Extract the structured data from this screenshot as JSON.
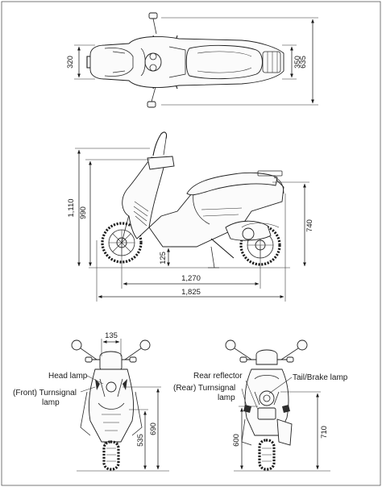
{
  "top_view": {
    "width_front": "320",
    "width_rear": "350",
    "width_overall": "635"
  },
  "side_view": {
    "height_overall": "1,110",
    "height_handlebar": "990",
    "height_seat": "740",
    "ground_clearance": "125",
    "wheelbase": "1,270",
    "length_overall": "1,825"
  },
  "front_view": {
    "dim_width": "135",
    "dim_height_1": "535",
    "dim_height_2": "690",
    "label_head_lamp": "Head lamp",
    "label_front_turnsignal": "(Front) Turnsignal\nlamp"
  },
  "rear_view": {
    "dim_height_1": "600",
    "dim_height_2": "710",
    "label_rear_reflector": "Rear reflector",
    "label_tail_brake": "Tail/Brake lamp",
    "label_rear_turnsignal": "(Rear) Turnsignal\nlamp"
  }
}
